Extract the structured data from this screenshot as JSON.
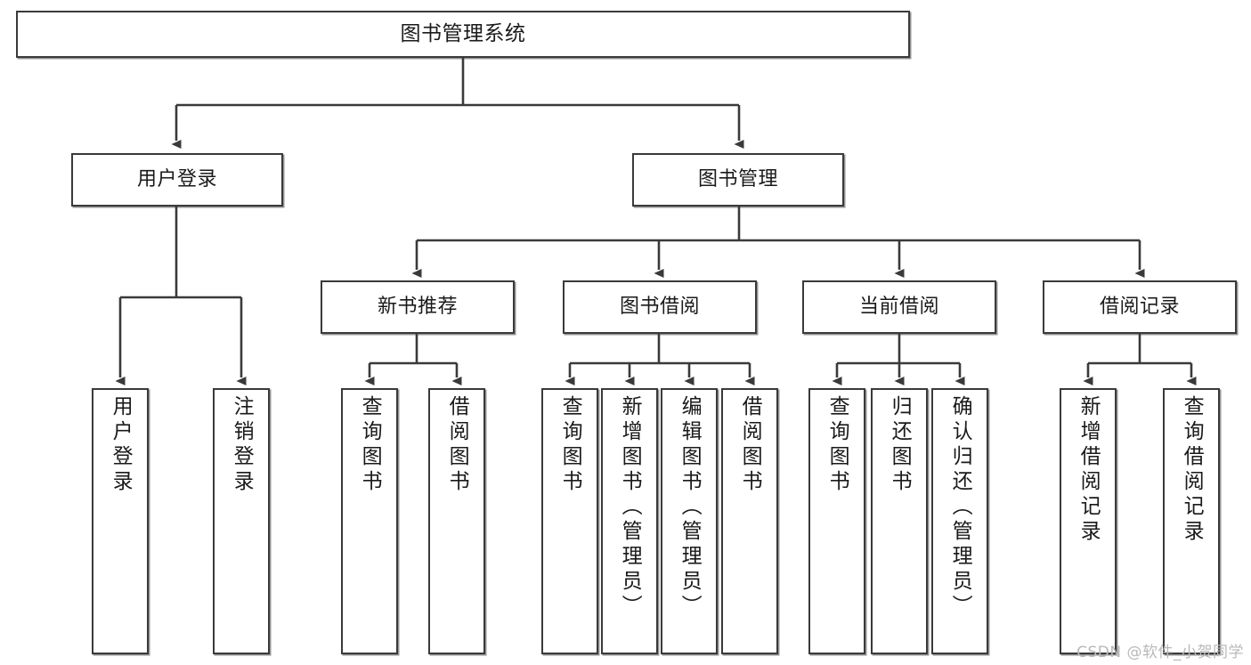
{
  "diagram": {
    "type": "tree-hierarchy-diagram",
    "title": "图书管理系统",
    "stroke_color": "#3a3a3a",
    "fill_color": "#ffffff",
    "text_color": "#1a1a1a"
  },
  "nodes": {
    "root": {
      "label": "图书管理系统",
      "level": 1,
      "orientation": "horizontal"
    },
    "level2": [
      {
        "id": "user-login",
        "label": "用户登录",
        "orientation": "horizontal"
      },
      {
        "id": "book-management",
        "label": "图书管理",
        "orientation": "horizontal"
      }
    ],
    "level3": [
      {
        "id": "new-book-recommend",
        "label": "新书推荐",
        "orientation": "horizontal"
      },
      {
        "id": "book-borrow",
        "label": "图书借阅",
        "orientation": "horizontal"
      },
      {
        "id": "current-borrow",
        "label": "当前借阅",
        "orientation": "horizontal"
      },
      {
        "id": "borrow-record",
        "label": "借阅记录",
        "orientation": "horizontal"
      }
    ],
    "leaves": {
      "user-login": [
        {
          "id": "leaf-user-login",
          "label": "用户登录",
          "orientation": "vertical"
        },
        {
          "id": "leaf-logout",
          "label": "注销登录",
          "orientation": "vertical"
        }
      ],
      "new-book-recommend": [
        {
          "id": "leaf-query-book-1",
          "label": "查询图书",
          "orientation": "vertical"
        },
        {
          "id": "leaf-borrow-book-1",
          "label": "借阅图书",
          "orientation": "vertical"
        }
      ],
      "book-borrow": [
        {
          "id": "leaf-query-book-2",
          "label": "查询图书",
          "orientation": "vertical"
        },
        {
          "id": "leaf-add-book",
          "label": "新增图书（管理员）",
          "orientation": "vertical"
        },
        {
          "id": "leaf-edit-book",
          "label": "编辑图书（管理员）",
          "orientation": "vertical"
        },
        {
          "id": "leaf-borrow-book-2",
          "label": "借阅图书",
          "orientation": "vertical"
        }
      ],
      "current-borrow": [
        {
          "id": "leaf-query-book-3",
          "label": "查询图书",
          "orientation": "vertical"
        },
        {
          "id": "leaf-return-book",
          "label": "归还图书",
          "orientation": "vertical"
        },
        {
          "id": "leaf-confirm-return",
          "label": "确认归还（管理员）",
          "orientation": "vertical"
        }
      ],
      "borrow-record": [
        {
          "id": "leaf-add-record",
          "label": "新增借阅记录",
          "orientation": "vertical"
        },
        {
          "id": "leaf-query-record",
          "label": "查询借阅记录",
          "orientation": "vertical"
        }
      ]
    }
  },
  "watermark": {
    "text": "CSDN @软件_小贺同学"
  }
}
